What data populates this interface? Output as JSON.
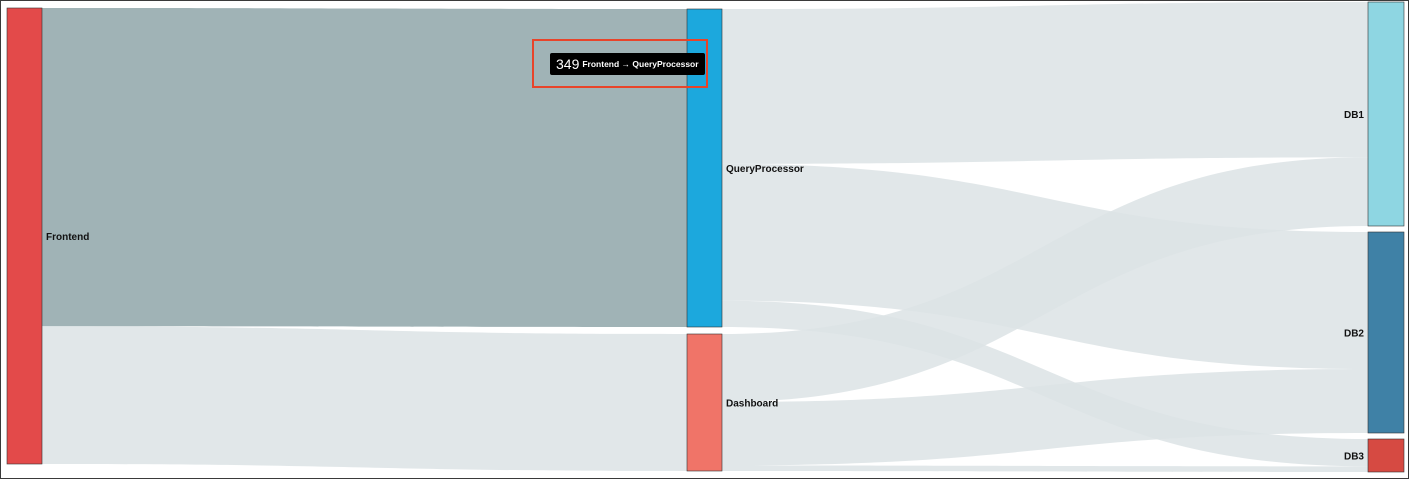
{
  "diagram": {
    "type": "sankey",
    "nodes": [
      {
        "id": "frontend",
        "label": "Frontend",
        "color": "#e34a4a"
      },
      {
        "id": "queryprocessor",
        "label": "QueryProcessor",
        "color": "#1ca8dd"
      },
      {
        "id": "dashboard",
        "label": "Dashboard",
        "color": "#f07468"
      },
      {
        "id": "db1",
        "label": "DB1",
        "color": "#8ed6e2"
      },
      {
        "id": "db2",
        "label": "DB2",
        "color": "#3f81a6"
      },
      {
        "id": "db3",
        "label": "DB3",
        "color": "#d64a42"
      }
    ],
    "links": [
      {
        "source": "frontend",
        "target": "queryprocessor",
        "value": 349,
        "highlighted": true
      },
      {
        "source": "frontend",
        "target": "dashboard",
        "value": 151
      },
      {
        "source": "queryprocessor",
        "target": "db1",
        "value": 170
      },
      {
        "source": "queryprocessor",
        "target": "db2",
        "value": 150
      },
      {
        "source": "queryprocessor",
        "target": "db3",
        "value": 29
      },
      {
        "source": "dashboard",
        "target": "db1",
        "value": 75
      },
      {
        "source": "dashboard",
        "target": "db2",
        "value": 70
      },
      {
        "source": "dashboard",
        "target": "db3",
        "value": 6
      }
    ],
    "link_color": "#dce3e5",
    "link_highlight_color": "#a0b3b6"
  },
  "tooltip": {
    "value": "349",
    "path": "Frontend → QueryProcessor"
  }
}
